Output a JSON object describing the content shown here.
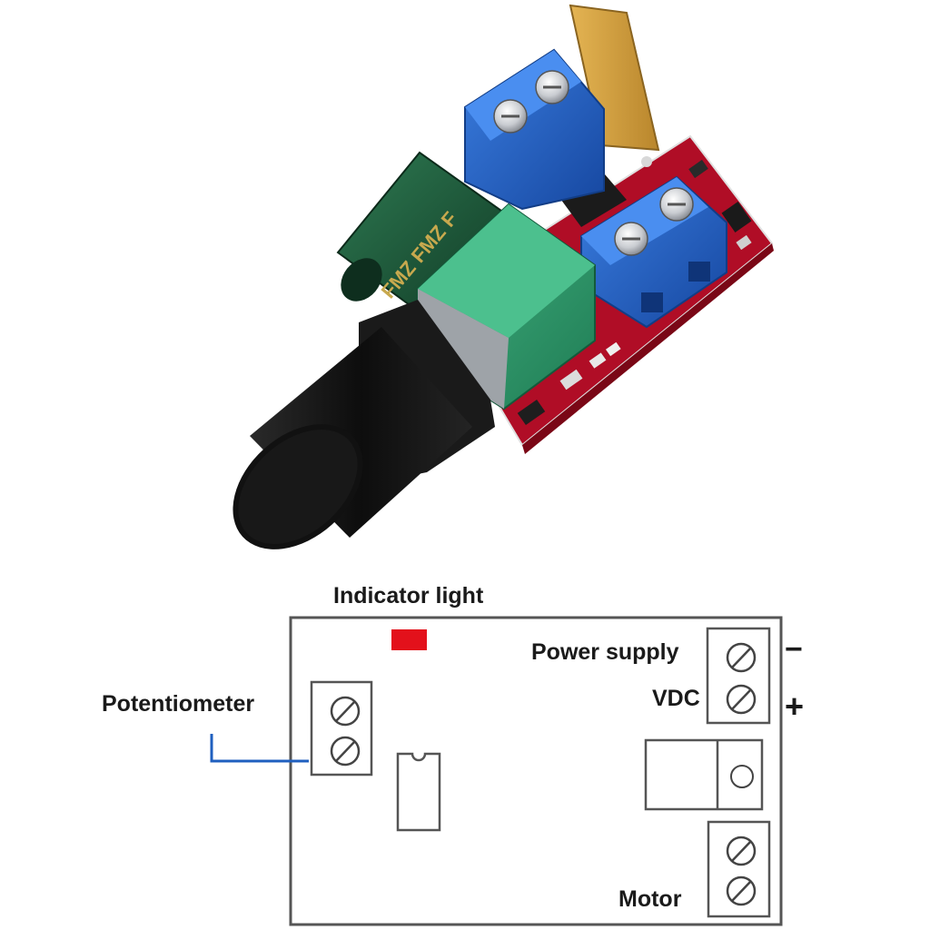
{
  "photo": {
    "capacitor_marking": "FMZ FMZ F"
  },
  "diagram": {
    "indicator_label": "Indicator light",
    "potentiometer_label": "Potentiometer",
    "power_supply_label": "Power supply",
    "vdc_label": "VDC",
    "minus_sign": "−",
    "plus_sign": "+",
    "motor_label": "Motor"
  },
  "colors": {
    "pcb": "#c8102e",
    "terminal_block": "#1f5fc4",
    "potentiometer_body": "#2e9e6e",
    "capacitor": "#1f5a3a",
    "knob": "#141414",
    "heatsink": "#d9a441",
    "indicator": "#e3111b",
    "leader_line": "#1f5fbf"
  }
}
